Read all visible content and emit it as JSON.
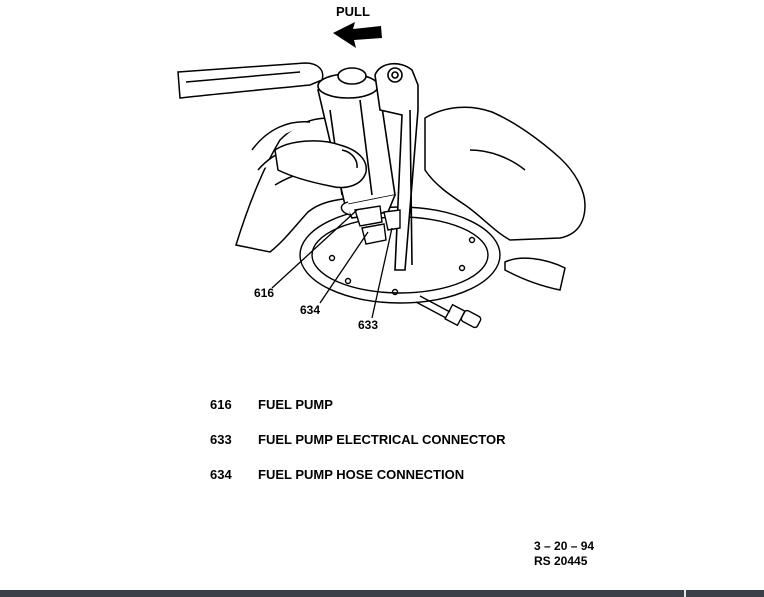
{
  "diagram": {
    "pull_label": "PULL",
    "callouts": {
      "c616": "616",
      "c634": "634",
      "c633": "633"
    },
    "legend": [
      {
        "number": "616",
        "text": "FUEL PUMP"
      },
      {
        "number": "633",
        "text": "FUEL PUMP ELECTRICAL CONNECTOR"
      },
      {
        "number": "634",
        "text": "FUEL PUMP HOSE CONNECTION"
      }
    ],
    "ref_date": "3 – 20 – 94",
    "ref_code": "RS 20445"
  }
}
